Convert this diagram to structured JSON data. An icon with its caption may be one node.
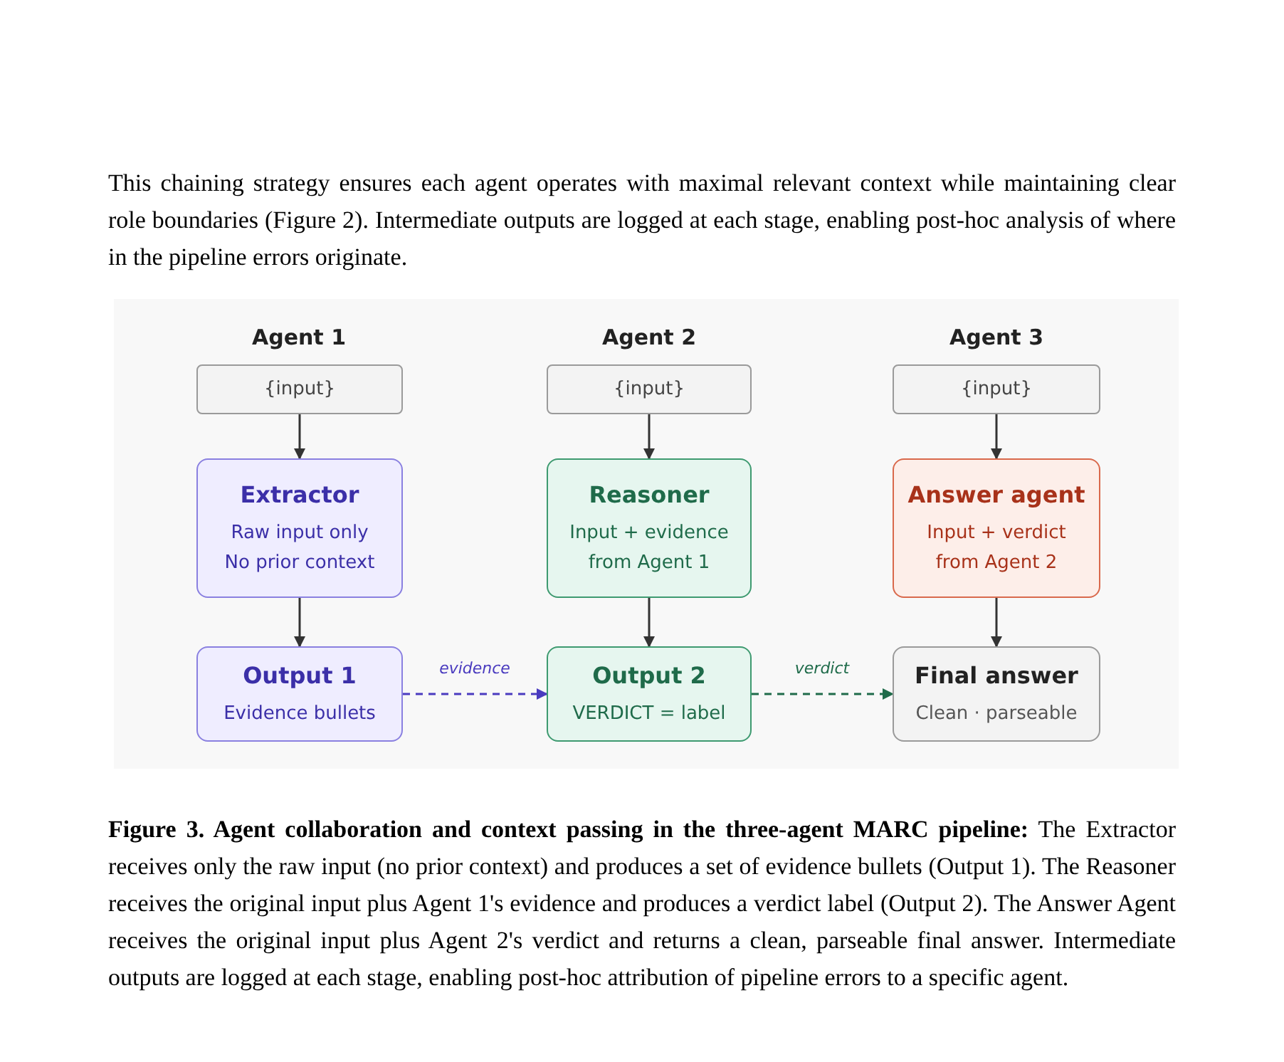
{
  "diagram": {
    "caption": "**Figure 3. Agent collaboration and context passing in the three-agent MARC pipeline:** The Extractor receives only the raw input (no prior context) and produces a set of evidence bullets (Output 1). The Reasoner receives the original input plus Agent 1's evidence and produces a verdict label (Output 2). The Answer Agent receives the original input plus Agent 2's verdict and returns a clean, parseable final answer. Intermediate outputs are logged at each stage, enabling post-hoc attribution of pipeline errors to a specific agent.",
    "nodes": [
      {
        "text": [
          "{input}"
        ]
      },
      {
        "text": [
          "Extractor",
          "Raw input only",
          "No prior context"
        ]
      },
      {
        "text": [
          "Output 1",
          "Evidence bullets"
        ]
      },
      {
        "text": [
          "{input}"
        ]
      },
      {
        "text": [
          "Reasoner",
          "Input + evidence from Agent 1"
        ]
      },
      {
        "text": [
          "Output 2",
          "VERDICT = label"
        ]
      },
      {
        "text": [
          "{input}"
        ]
      },
      {
        "text": [
          "Answer agent",
          "Input + verdict from Agent 2"
        ]
      },
      {
        "text": [
          "Final answer",
          "Clean · parseable"
        ]
      }
    ],
    "edges": [
      {
        "from": 0,
        "to": 1,
        "arrow": "to"
      },
      {
        "from": 1,
        "to": 2,
        "arrow": "to"
      },
      {
        "from": 3,
        "to": 4,
        "arrow": "to"
      },
      {
        "from": 4,
        "to": 5,
        "arrow": "to"
      },
      {
        "from": 6,
        "to": 7,
        "arrow": "to"
      },
      {
        "from": 7,
        "to": 8,
        "arrow": "to"
      },
      {
        "from": 2,
        "to": 5,
        "arrow": "to",
        "label": "evidence",
        "style": "dashed",
        "color": "#4a3bbf"
      },
      {
        "from": 5,
        "to": 8,
        "arrow": "to",
        "label": "verdict",
        "style": "dashed",
        "color": "#1f6b4a"
      }
    ],
    "labels": [
      "This chaining strategy ensures each agent operates with maximal relevant context while maintaining clear role boundaries (Figure 2). Intermediate outputs are logged at each stage, enabling post-hoc analysis of where in the pipeline errors originate.",
      "Agent 1",
      "Agent 2",
      "Agent 3"
    ]
  }
}
